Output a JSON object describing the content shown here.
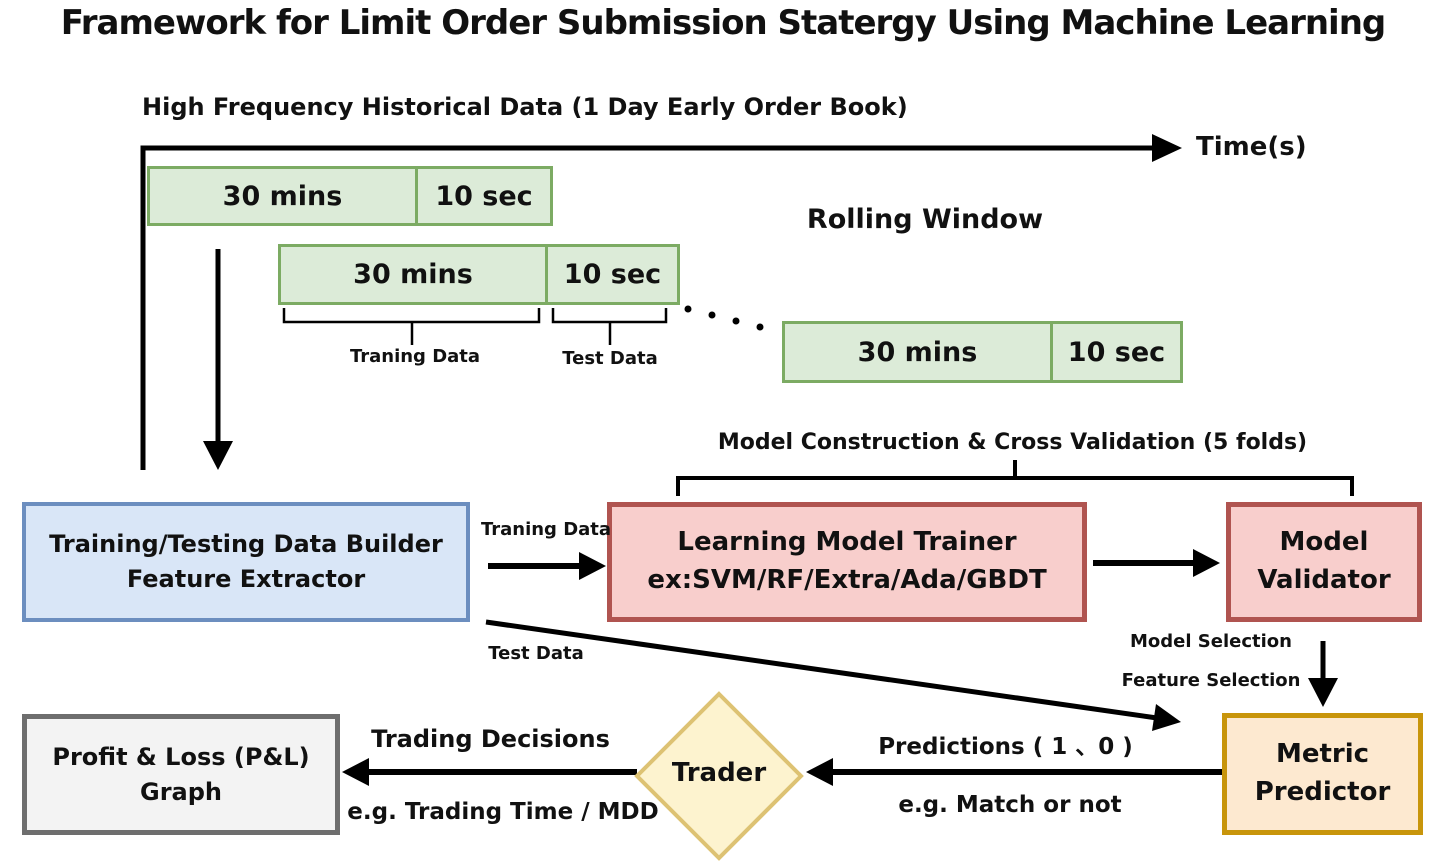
{
  "title": "Framework for Limit Order Submission Statergy Using Machine Learning",
  "timeline": {
    "heading": "High Frequency Historical Data (1 Day Early Order Book)",
    "axis_label": "Time(s)",
    "rolling_window_label": "Rolling Window",
    "windows": [
      {
        "train": "30 mins",
        "test": "10 sec"
      },
      {
        "train": "30 mins",
        "test": "10 sec"
      },
      {
        "train": "30 mins",
        "test": "10 sec"
      }
    ],
    "training_brace_label": "Traning Data",
    "test_brace_label": "Test Data"
  },
  "pipeline": {
    "cross_validation_heading": "Model Construction & Cross Validation (5 folds)",
    "data_builder_line1": "Training/Testing Data Builder",
    "data_builder_line2": "Feature Extractor",
    "training_data_arrow_label": "Traning Data",
    "test_data_arrow_label": "Test Data",
    "model_trainer_line1": "Learning Model Trainer",
    "model_trainer_line2": "ex:SVM/RF/Extra/Ada/GBDT",
    "model_validator_line1": "Model",
    "model_validator_line2": "Validator",
    "model_selection_label": "Model Selection",
    "feature_selection_label": "Feature Selection",
    "metric_predictor_line1": "Metric",
    "metric_predictor_line2": "Predictor",
    "predictions_label": "Predictions ( 1 、0 )",
    "match_label": "e.g. Match or not",
    "trader_label": "Trader",
    "trading_decisions_label": "Trading Decisions",
    "trading_time_label": "e.g. Trading Time / MDD",
    "pnl_line1": "Profit & Loss (P&L)",
    "pnl_line2": "Graph"
  },
  "colors": {
    "window_fill": "#dcebd8",
    "window_border": "#7cab63",
    "builder_fill": "#d9e6f7",
    "builder_border": "#6c8ebf",
    "trainer_fill": "#f8cecc",
    "trainer_border": "#b05450",
    "metric_fill": "#fde9d0",
    "metric_border": "#c8950b",
    "trader_fill": "#fdf3cf",
    "trader_border": "#ddc273",
    "pnl_fill": "#f3f3f3",
    "pnl_border": "#6e6e6e",
    "line": "#000000"
  }
}
